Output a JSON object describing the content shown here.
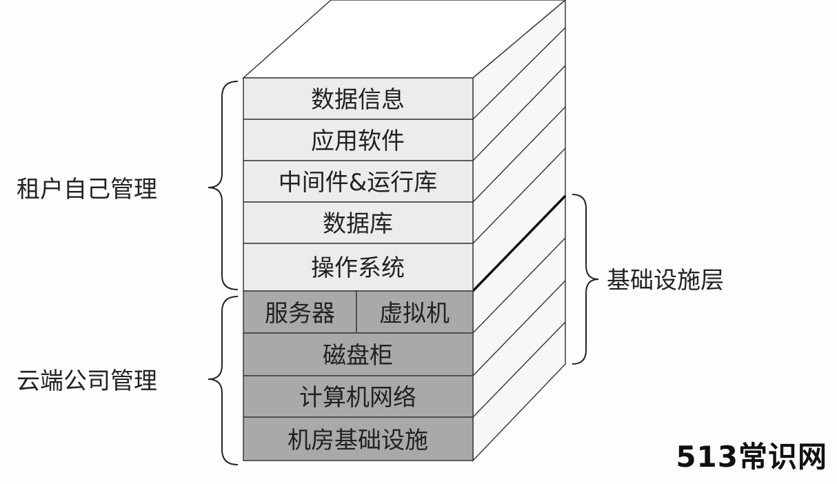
{
  "left_labels": {
    "tenant": "租户自己管理",
    "cloud": "云端公司管理"
  },
  "right_label": "基础设施层",
  "layers": {
    "data_info": "数据信息",
    "app_software": "应用软件",
    "middleware": "中间件&运行库",
    "database": "数据库",
    "os": "操作系统",
    "server": "服务器",
    "vm": "虚拟机",
    "disk_cabinet": "磁盘柜",
    "network": "计算机网络",
    "datacenter": "机房基础设施"
  },
  "watermark": "513常识网",
  "colors": {
    "tenant_fill": "#ececec",
    "cloud_fill": "#a9a9a9",
    "stroke": "#3a3a3a",
    "text": "#222222"
  }
}
